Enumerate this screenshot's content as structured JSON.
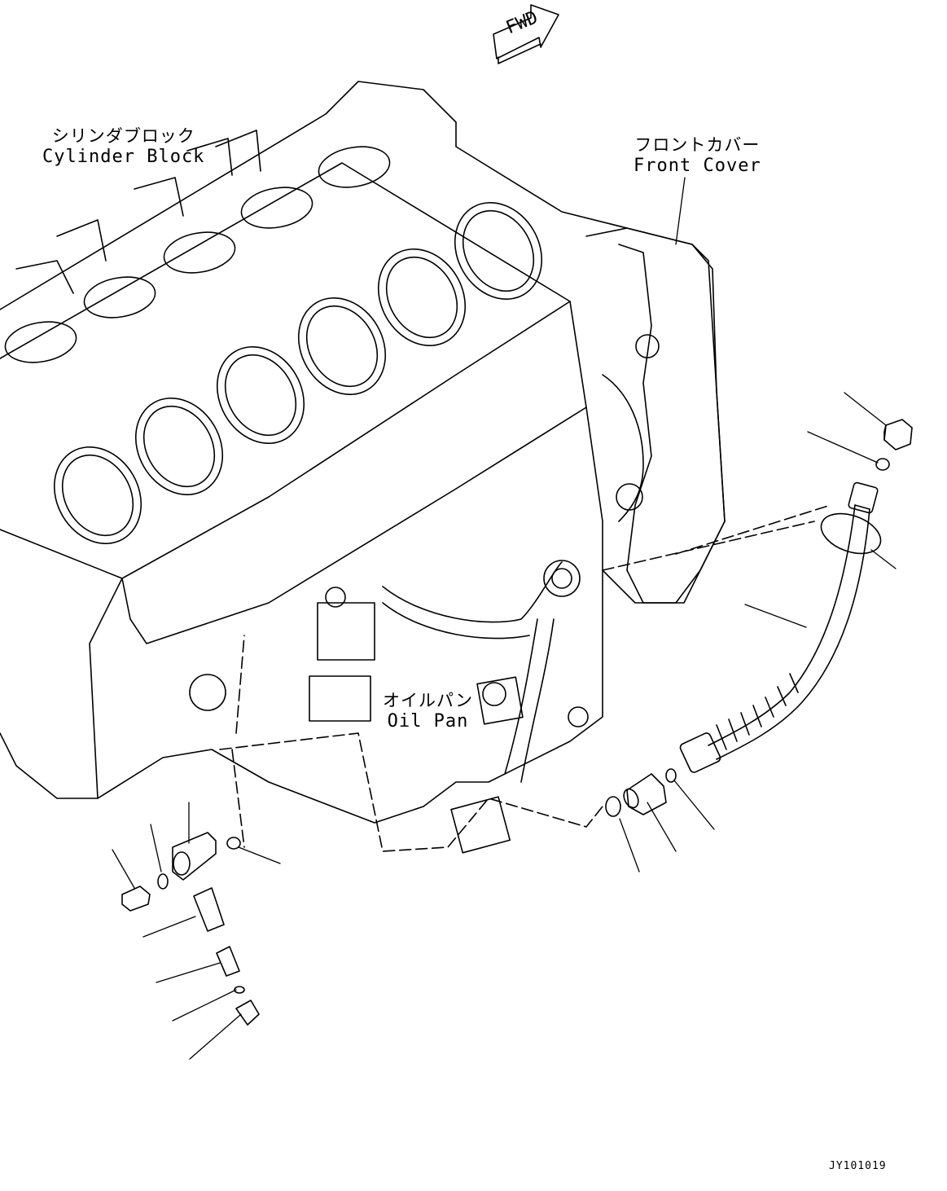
{
  "forward_marker": "FWD",
  "labels": {
    "cylinder_block_jp": "シリンダブロック",
    "cylinder_block_en": "Cylinder Block",
    "front_cover_jp": "フロントカバー",
    "front_cover_en": "Front Cover",
    "oil_pan_jp": "オイルパン",
    "oil_pan_en": "Oil Pan"
  },
  "drawing_number": "JY101019",
  "colors": {
    "line": "#000000",
    "background": "#ffffff"
  }
}
